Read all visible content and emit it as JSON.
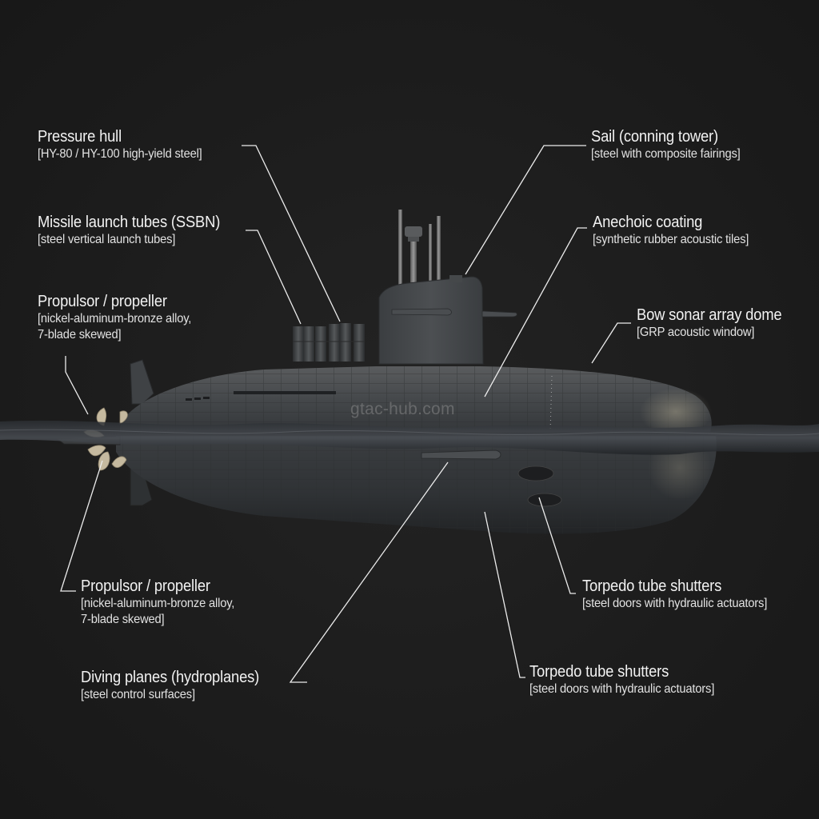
{
  "diagram": {
    "subject": "Submarine component materials diagram",
    "watermark": "gtac-hub.com",
    "colors": {
      "background": "#1c1c1c",
      "hull": "#3a3d40",
      "hull_highlight": "#6a6b68",
      "propeller": "#c9bea4",
      "leader_line": "#f0f0f0",
      "label_text": "#f2f2f2"
    },
    "callouts": [
      {
        "id": "pressure-hull",
        "title": "Pressure hull",
        "material_lines": [
          "[HY-80 / HY-100 high-yield steel]"
        ]
      },
      {
        "id": "missile-launch-tubes",
        "title": "Missile launch tubes (SSBN)",
        "material_lines": [
          "[steel vertical launch tubes]"
        ]
      },
      {
        "id": "propulsor-upper",
        "title": "Propulsor / propeller",
        "material_lines": [
          "[nickel-aluminum-bronze alloy,",
          "7-blade skewed]"
        ]
      },
      {
        "id": "sail",
        "title": "Sail (conning tower)",
        "material_lines": [
          "[steel with composite fairings]"
        ]
      },
      {
        "id": "anechoic-coating",
        "title": "Anechoic coating",
        "material_lines": [
          "[synthetic rubber acoustic tiles]"
        ]
      },
      {
        "id": "bow-sonar-dome",
        "title": "Bow sonar array dome",
        "material_lines": [
          "[GRP acoustic window]"
        ]
      },
      {
        "id": "propulsor-lower",
        "title": "Propulsor / propeller",
        "material_lines": [
          "[nickel-aluminum-bronze alloy,",
          "7-blade skewed]"
        ]
      },
      {
        "id": "diving-planes",
        "title": "Diving planes (hydroplanes)",
        "material_lines": [
          "[steel control surfaces]"
        ]
      },
      {
        "id": "torpedo-shutters-upper",
        "title": "Torpedo tube shutters",
        "material_lines": [
          "[steel doors with hydraulic actuators]"
        ]
      },
      {
        "id": "torpedo-shutters-lower",
        "title": "Torpedo tube shutters",
        "material_lines": [
          "[steel doors with hydraulic actuators]"
        ]
      }
    ]
  }
}
